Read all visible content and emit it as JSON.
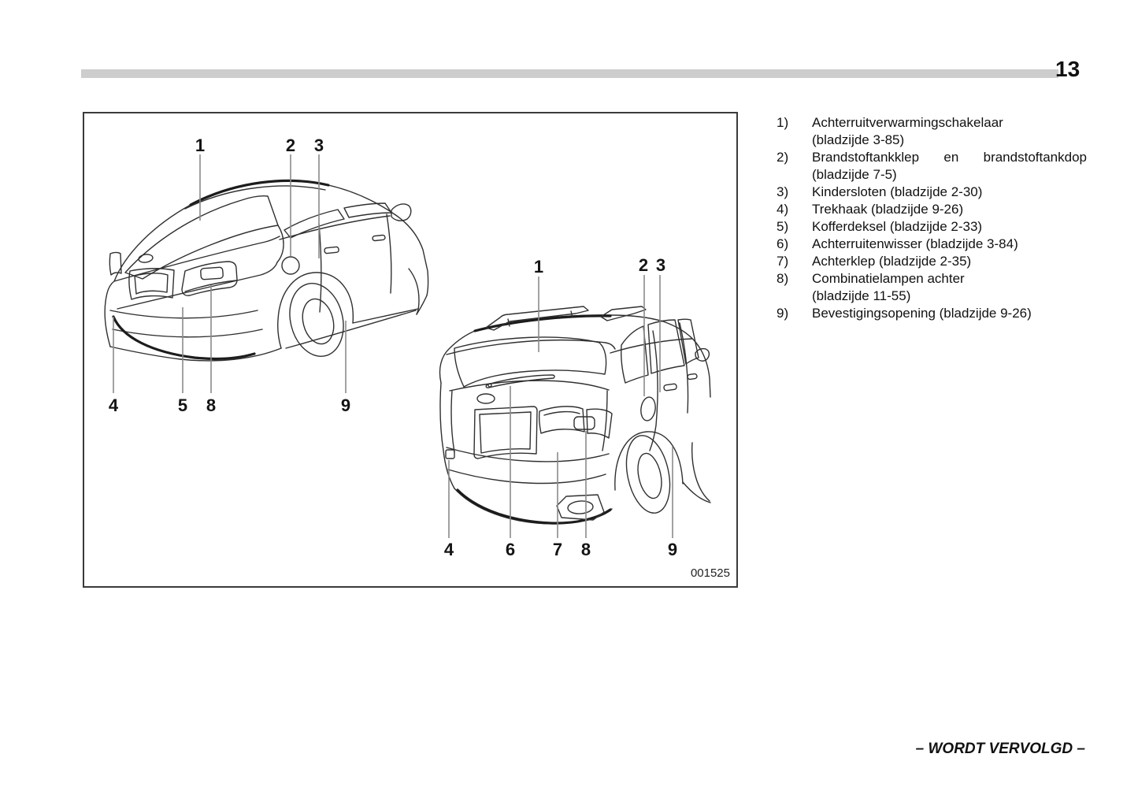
{
  "page": {
    "number": "13",
    "continued_note": "– WORDT VERVOLGD –"
  },
  "figure": {
    "code": "001525",
    "sedan": {
      "top": [
        "1",
        "2",
        "3"
      ],
      "bottom": [
        "4",
        "5",
        "8",
        "9"
      ]
    },
    "wagon": {
      "top": [
        "1",
        "2",
        "3"
      ],
      "bottom": [
        "4",
        "6",
        "7",
        "8",
        "9"
      ]
    }
  },
  "legend": {
    "items": [
      {
        "num": "1)",
        "lines": [
          "Achterruitverwarmingschakelaar",
          "(bladzijde 3-85)"
        ]
      },
      {
        "num": "2)",
        "lines": [
          "Brandstoftankklep en brandstoftankdop",
          "(bladzijde 7-5)"
        ]
      },
      {
        "num": "3)",
        "lines": [
          "Kindersloten (bladzijde 2-30)"
        ]
      },
      {
        "num": "4)",
        "lines": [
          "Trekhaak (bladzijde 9-26)"
        ]
      },
      {
        "num": "5)",
        "lines": [
          "Kofferdeksel (bladzijde 2-33)"
        ]
      },
      {
        "num": "6)",
        "lines": [
          "Achterruitenwisser (bladzijde 3-84)"
        ]
      },
      {
        "num": "7)",
        "lines": [
          "Achterklep (bladzijde 2-35)"
        ]
      },
      {
        "num": "8)",
        "lines": [
          "Combinatielampen achter",
          "(bladzijde 11-55)"
        ]
      },
      {
        "num": "9)",
        "lines": [
          "Bevestigingsopening (bladzijde 9-26)"
        ]
      }
    ]
  }
}
